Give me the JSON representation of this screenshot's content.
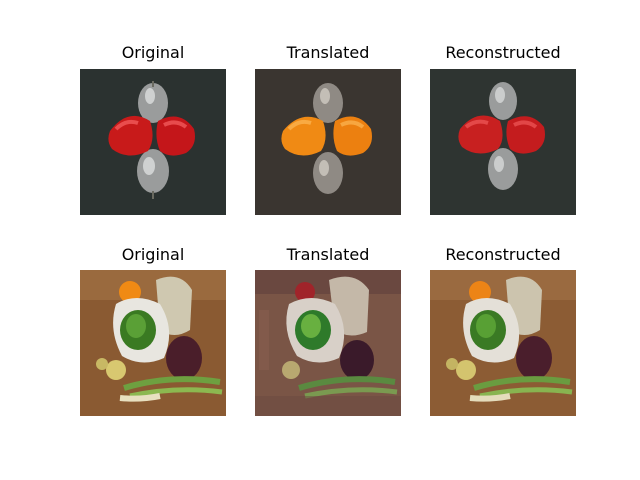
{
  "figure": {
    "rows": [
      {
        "titles": [
          "Original",
          "Translated",
          "Reconstructed"
        ],
        "images": [
          {
            "subject": "red bell peppers and silver pears on dark background",
            "fruit_color": "#c81a1a",
            "bg_color": "#2b3230"
          },
          {
            "subject": "orange bell peppers and silver pears on dark background",
            "fruit_color": "#f08a14",
            "bg_color": "#3a3530"
          },
          {
            "subject": "red bell peppers and silver pears on dark background",
            "fruit_color": "#c82020",
            "bg_color": "#2e3431"
          }
        ]
      },
      {
        "titles": [
          "Original",
          "Translated",
          "Reconstructed"
        ],
        "images": [
          {
            "subject": "vegetables in a bag with onion, beet and leeks on wooden table",
            "bg_color": "#8a5a32"
          },
          {
            "subject": "translated vegetables still life, noisy colors",
            "bg_color": "#7a5546"
          },
          {
            "subject": "reconstructed vegetables still life",
            "bg_color": "#8c5c34"
          }
        ]
      }
    ]
  }
}
